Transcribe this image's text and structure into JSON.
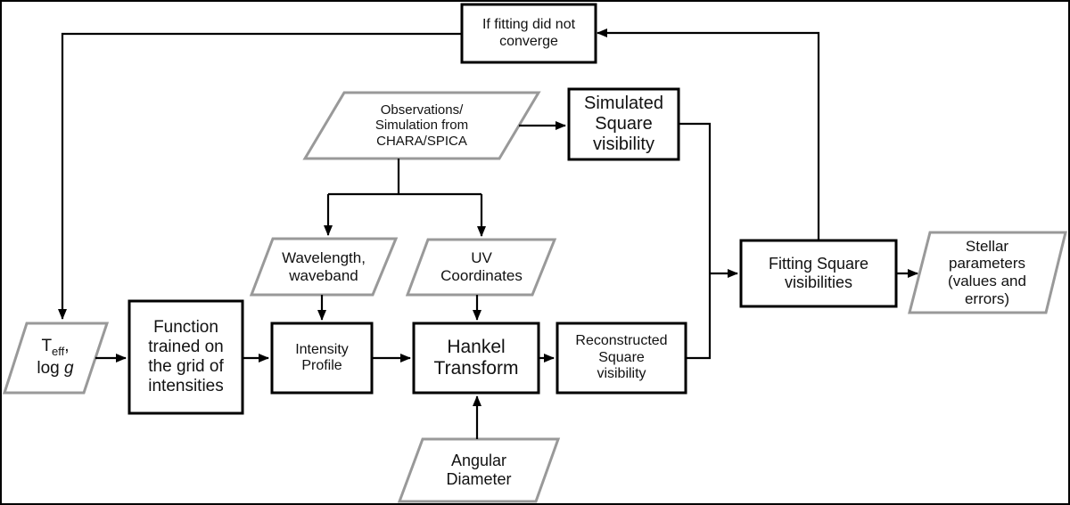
{
  "nodes": {
    "converge": {
      "lines": [
        "If fitting did not",
        "converge"
      ]
    },
    "observations": {
      "lines": [
        "Observations/",
        "Simulation from",
        "CHARA/SPICA"
      ]
    },
    "simulated": {
      "lines": [
        "Simulated",
        "Square",
        "visibility"
      ]
    },
    "wavelength": {
      "lines": [
        "Wavelength,",
        "waveband"
      ]
    },
    "uv": {
      "lines": [
        "UV",
        "Coordinates"
      ]
    },
    "fitting": {
      "lines": [
        "Fitting Square",
        "visibilities"
      ]
    },
    "stellar": {
      "lines": [
        "Stellar",
        "parameters",
        "(values and",
        "errors)"
      ]
    },
    "teff": {
      "t": "T",
      "sub": "eff",
      "comma": ",",
      "log": "log ",
      "g": "g"
    },
    "function": {
      "lines": [
        "Function",
        "trained on",
        "the grid of",
        "intensities"
      ]
    },
    "intensity": {
      "lines": [
        "Intensity",
        "Profile"
      ]
    },
    "hankel": {
      "lines": [
        "Hankel",
        "Transform"
      ]
    },
    "reconstructed": {
      "lines": [
        "Reconstructed",
        "Square",
        "visibility"
      ]
    },
    "angular": {
      "lines": [
        "Angular",
        "Diameter"
      ]
    }
  },
  "colors": {
    "stroke_dark": "#000000",
    "stroke_gray": "#999999",
    "text": "#111111",
    "background": "#ffffff"
  }
}
